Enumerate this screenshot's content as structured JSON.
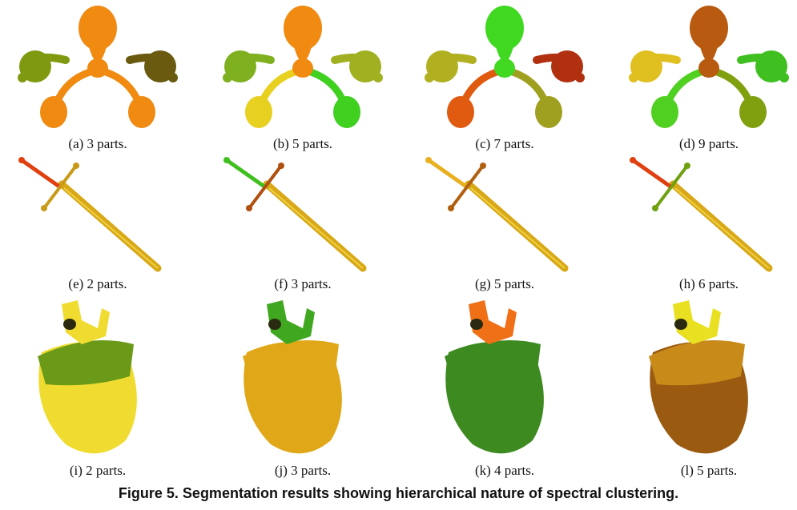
{
  "figure": {
    "caption": "Figure 5. Segmentation results showing hierarchical nature of spectral clustering."
  },
  "rows": [
    {
      "name": "octopus-row",
      "panels": [
        {
          "label": "(a) 3 parts.",
          "colors": {
            "body": "#f08a10",
            "legL": "#f08a10",
            "legR": "#f08a10",
            "armL": "#7f9a10",
            "armR": "#6a5a10",
            "handL": "#7f9a10",
            "handR": "#6a5a10"
          }
        },
        {
          "label": "(b) 5 parts.",
          "colors": {
            "body": "#f08a10",
            "legL": "#e8d020",
            "legR": "#40d020",
            "armL": "#7fb020",
            "armR": "#a0b020",
            "handL": "#7fb020",
            "handR": "#a0b020"
          }
        },
        {
          "label": "(c) 7 parts.",
          "colors": {
            "body": "#40d820",
            "legL": "#e05a10",
            "legR": "#a0a020",
            "armL": "#b0b020",
            "armR": "#b03010",
            "handL": "#b0b020",
            "handR": "#b03010"
          }
        },
        {
          "label": "(d) 9 parts.",
          "colors": {
            "body": "#b85a10",
            "legL": "#50d020",
            "legR": "#80a010",
            "armL": "#e0c020",
            "armR": "#40c020",
            "handL": "#e0c020",
            "handR": "#40c020"
          }
        }
      ]
    },
    {
      "name": "sword-row",
      "panels": [
        {
          "label": "(e) 2 parts.",
          "colors": {
            "blade": "#d8a818",
            "hilt": "#e04010",
            "guard": "#c89a18"
          }
        },
        {
          "label": "(f) 3 parts.",
          "colors": {
            "blade": "#d8a818",
            "hilt": "#40c020",
            "guard": "#b05010"
          }
        },
        {
          "label": "(g) 5 parts.",
          "colors": {
            "blade": "#d8a818",
            "hilt": "#e8b020",
            "guard": "#b06010"
          }
        },
        {
          "label": "(h) 6 parts.",
          "colors": {
            "blade": "#d8a818",
            "hilt": "#e04010",
            "guard": "#70a010"
          }
        }
      ]
    },
    {
      "name": "heart-row",
      "panels": [
        {
          "label": "(i) 2 parts.",
          "colors": {
            "main": "#f0dc30",
            "band": "#6a9a18",
            "top": "#f0dc30"
          }
        },
        {
          "label": "(j) 3 parts.",
          "colors": {
            "main": "#e0a818",
            "band": "#e0a818",
            "top": "#40a820"
          }
        },
        {
          "label": "(k) 4 parts.",
          "colors": {
            "main": "#3c8a20",
            "band": "#3c8a20",
            "top": "#f07018"
          }
        },
        {
          "label": "(l) 5 parts.",
          "colors": {
            "main": "#9a5a10",
            "band": "#c88a18",
            "top": "#e8e020"
          }
        }
      ]
    }
  ]
}
